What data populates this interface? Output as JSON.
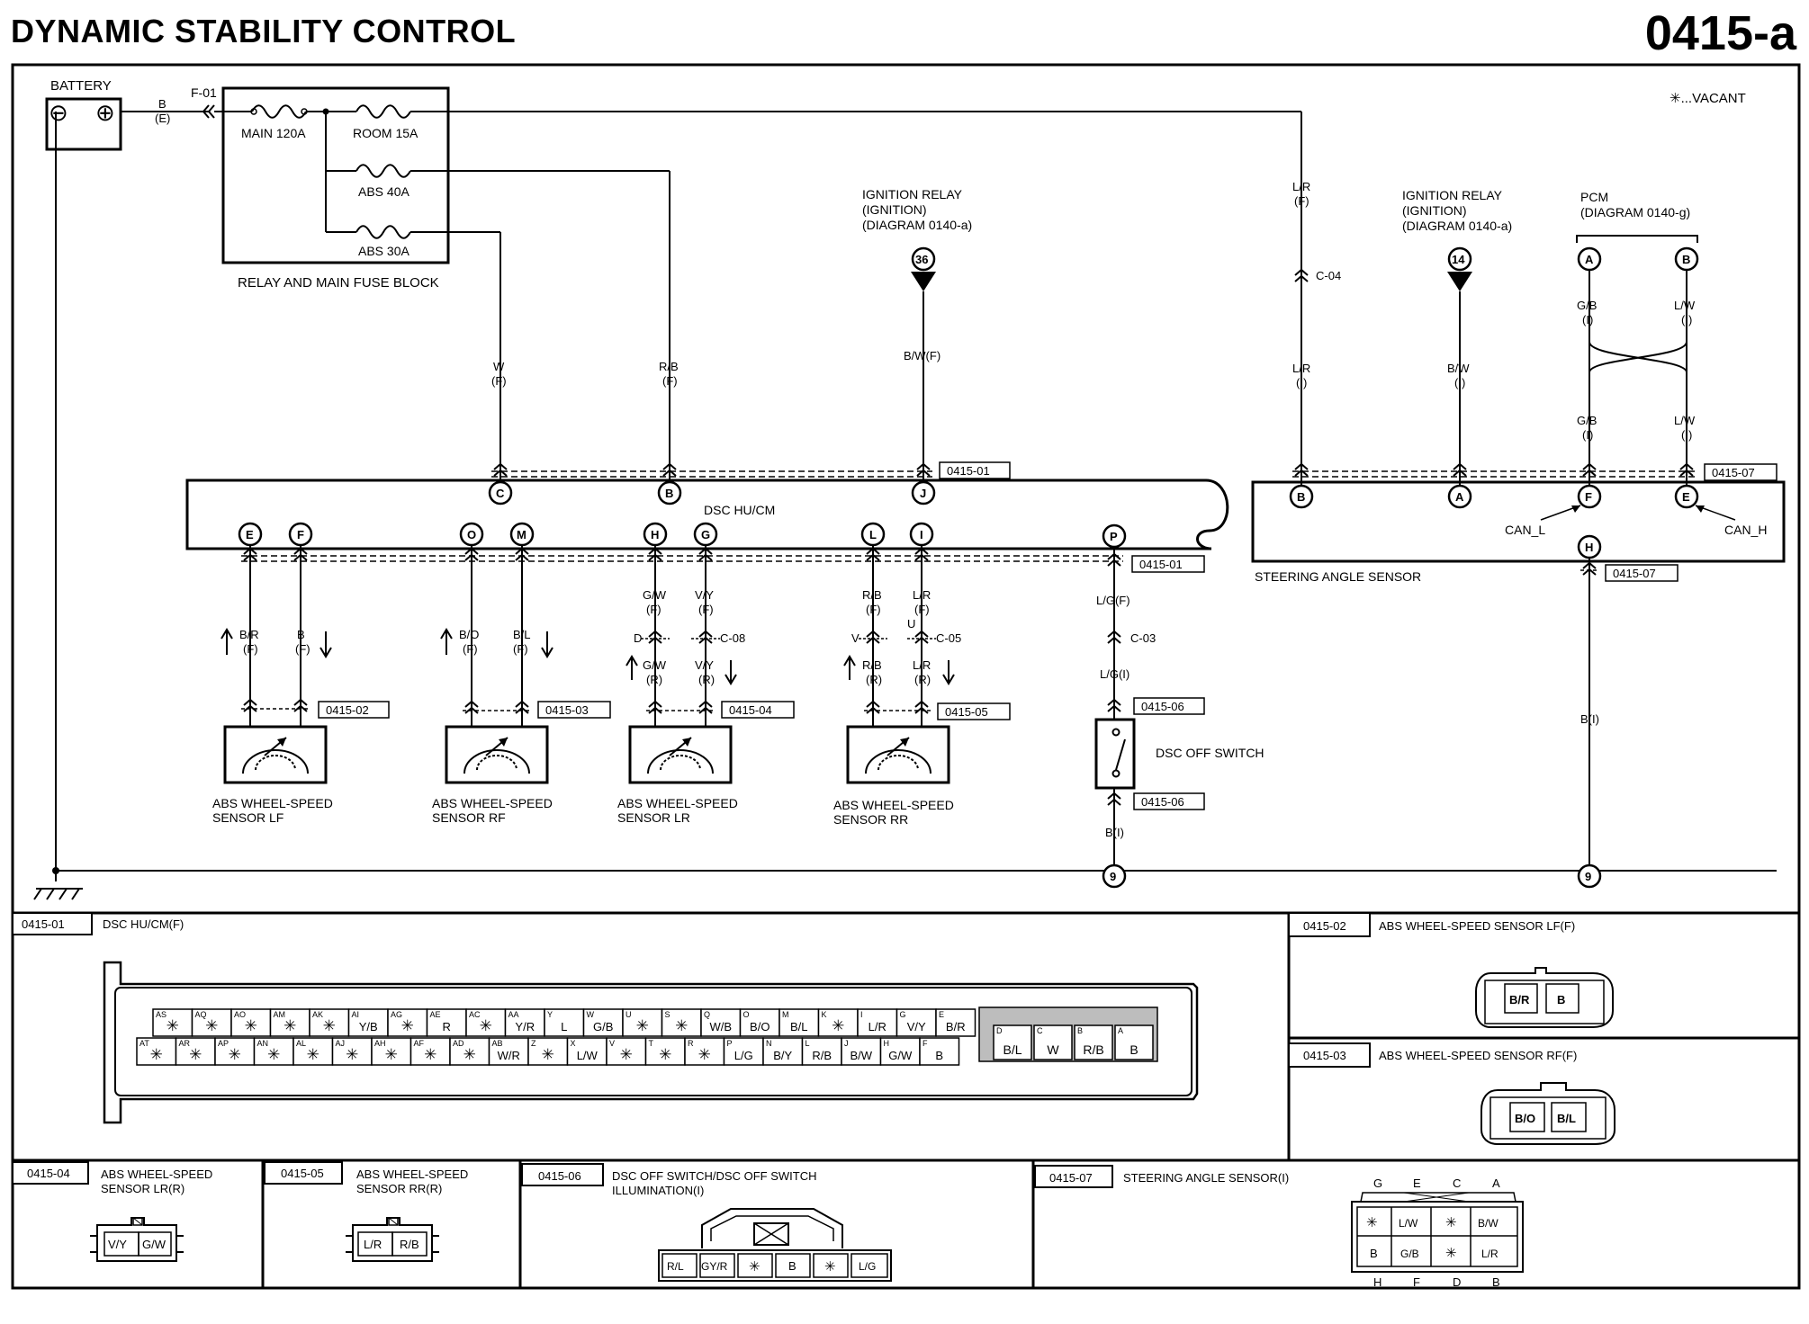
{
  "title": "DYNAMIC STABILITY CONTROL",
  "page_id": "0415-a",
  "legend_vacant": "✳...VACANT",
  "battery": {
    "label": "BATTERY",
    "wire": "B",
    "wire_sub": "(E)",
    "connector": "F-01",
    "neg": "⊖",
    "pos": "⊕"
  },
  "fuse_block": {
    "label": "RELAY AND MAIN FUSE BLOCK",
    "fuses": [
      "MAIN 120A",
      "ROOM 15A",
      "ABS 40A",
      "ABS 30A"
    ]
  },
  "ign_relay_1": {
    "lines": [
      "IGNITION RELAY",
      "(IGNITION)",
      "(DIAGRAM 0140-a)"
    ],
    "terminal": "36",
    "wire": "B/W(F)"
  },
  "ign_relay_2": {
    "lines": [
      "IGNITION RELAY",
      "(IGNITION)",
      "(DIAGRAM 0140-a)"
    ],
    "terminal": "14",
    "wire": "B/W",
    "wire_sub": "(I)"
  },
  "pcm": {
    "lines": [
      "PCM",
      "(DIAGRAM 0140-g)"
    ],
    "terminals": [
      "A",
      "B"
    ],
    "wires": [
      "G/B",
      "L/W"
    ],
    "wire_sub": "(I)"
  },
  "wires_top": {
    "w": [
      "W",
      "(F)"
    ],
    "rb": [
      "R/B",
      "(F)"
    ],
    "lr_top": [
      "L/R",
      "(F)"
    ],
    "lr_bot": [
      "L/R",
      "(I)"
    ],
    "c04": "C-04"
  },
  "dsc": {
    "label": "DSC HU/CM",
    "top_pins": [
      "C",
      "B",
      "J"
    ],
    "bottom_pins": [
      "E",
      "F",
      "O",
      "M",
      "H",
      "G",
      "L",
      "I",
      "P"
    ],
    "conn_top": "0415-01",
    "conn_bottom": "0415-01"
  },
  "sas": {
    "label": "STEERING ANGLE SENSOR",
    "pins": [
      "B",
      "A",
      "F",
      "E",
      "H"
    ],
    "conn": "0415-07",
    "conn_b": "0415-07",
    "can_l": "CAN_L",
    "can_h": "CAN_H",
    "wire_h": "B(I)"
  },
  "sensor_lf": {
    "label": [
      "ABS WHEEL-SPEED",
      "SENSOR LF"
    ],
    "wires": [
      [
        "B/R",
        "(F)"
      ],
      [
        "B",
        "(F)"
      ]
    ],
    "conn": "0415-02"
  },
  "sensor_rf": {
    "label": [
      "ABS WHEEL-SPEED",
      "SENSOR RF"
    ],
    "wires": [
      [
        "B/O",
        "(F)"
      ],
      [
        "B/L",
        "(F)"
      ]
    ],
    "conn": "0415-03"
  },
  "sensor_lr": {
    "label": [
      "ABS WHEEL-SPEED",
      "SENSOR LR"
    ],
    "wires_f": [
      [
        "G/W",
        "(F)"
      ],
      [
        "V/Y",
        "(F)"
      ]
    ],
    "wires_r": [
      [
        "G/W",
        "(R)"
      ],
      [
        "V/Y",
        "(R)"
      ]
    ],
    "c08": "C-08",
    "d": "D",
    "conn": "0415-04"
  },
  "sensor_rr": {
    "label": [
      "ABS WHEEL-SPEED",
      "SENSOR RR"
    ],
    "wires_f": [
      [
        "R/B",
        "(F)"
      ],
      [
        "L/R",
        "(F)"
      ]
    ],
    "wires_r": [
      [
        "R/B",
        "(R)"
      ],
      [
        "L/R",
        "(R)"
      ]
    ],
    "c05": "C-05",
    "v": "V",
    "u": "U",
    "conn": "0415-05"
  },
  "dsc_off": {
    "label": "DSC OFF SWITCH",
    "wire_top": "L/G(F)",
    "c03": "C-03",
    "wire_mid": "L/G(I)",
    "wire_bot": "B(I)",
    "conn_a": "0415-06",
    "conn_b": "0415-06"
  },
  "grounds": [
    "9",
    "9"
  ],
  "panel_01": {
    "id": "0415-01",
    "title": "DSC HU/CM(F)",
    "row1": [
      [
        "AS",
        "✳"
      ],
      [
        "AQ",
        "✳"
      ],
      [
        "AO",
        "✳"
      ],
      [
        "AM",
        "✳"
      ],
      [
        "AK",
        "✳"
      ],
      [
        "AI",
        "Y/B"
      ],
      [
        "AG",
        "✳"
      ],
      [
        "AE",
        "R"
      ],
      [
        "AC",
        "✳"
      ],
      [
        "AA",
        "Y/R"
      ],
      [
        "Y",
        "L"
      ],
      [
        "W",
        "G/B"
      ],
      [
        "U",
        "✳"
      ],
      [
        "S",
        "✳"
      ],
      [
        "Q",
        "W/B"
      ],
      [
        "O",
        "B/O"
      ],
      [
        "M",
        "B/L"
      ],
      [
        "K",
        "✳"
      ],
      [
        "I",
        "L/R"
      ],
      [
        "G",
        "V/Y"
      ],
      [
        "E",
        "B/R"
      ]
    ],
    "row2": [
      [
        "AT",
        "✳"
      ],
      [
        "AR",
        "✳"
      ],
      [
        "AP",
        "✳"
      ],
      [
        "AN",
        "✳"
      ],
      [
        "AL",
        "✳"
      ],
      [
        "AJ",
        "✳"
      ],
      [
        "AH",
        "✳"
      ],
      [
        "AF",
        "✳"
      ],
      [
        "AD",
        "✳"
      ],
      [
        "AB",
        "W/R"
      ],
      [
        "Z",
        "✳"
      ],
      [
        "X",
        "L/W"
      ],
      [
        "V",
        "✳"
      ],
      [
        "T",
        "✳"
      ],
      [
        "R",
        "✳"
      ],
      [
        "P",
        "L/G"
      ],
      [
        "N",
        "B/Y"
      ],
      [
        "L",
        "R/B"
      ],
      [
        "J",
        "B/W"
      ],
      [
        "H",
        "G/W"
      ],
      [
        "F",
        "B"
      ]
    ],
    "big": [
      [
        "D",
        "B/L"
      ],
      [
        "C",
        "W"
      ],
      [
        "B",
        "R/B"
      ],
      [
        "A",
        "B"
      ]
    ]
  },
  "panel_02": {
    "id": "0415-02",
    "title": "ABS WHEEL-SPEED SENSOR LF(F)",
    "pins": [
      "B/R",
      "B"
    ]
  },
  "panel_03": {
    "id": "0415-03",
    "title": "ABS WHEEL-SPEED SENSOR RF(F)",
    "pins": [
      "B/O",
      "B/L"
    ]
  },
  "panel_04": {
    "id": "0415-04",
    "title": [
      "ABS WHEEL-SPEED",
      "SENSOR LR(R)"
    ],
    "pins": [
      "V/Y",
      "G/W"
    ]
  },
  "panel_05": {
    "id": "0415-05",
    "title": [
      "ABS WHEEL-SPEED",
      "SENSOR RR(R)"
    ],
    "pins": [
      "L/R",
      "R/B"
    ]
  },
  "panel_06": {
    "id": "0415-06",
    "title": [
      "DSC OFF SWITCH/DSC OFF SWITCH",
      "ILLUMINATION(I)"
    ],
    "pins": [
      "R/L",
      "GY/R",
      "✳",
      "B",
      "✳",
      "L/G"
    ]
  },
  "panel_07": {
    "id": "0415-07",
    "title": "STEERING ANGLE SENSOR(I)",
    "top_labels": [
      "G",
      "E",
      "C",
      "A"
    ],
    "row1": [
      "✳",
      "L/W",
      "✳",
      "B/W"
    ],
    "row2": [
      "B",
      "G/B",
      "✳",
      "L/R"
    ],
    "bottom_labels": [
      "H",
      "F",
      "D",
      "B"
    ]
  }
}
